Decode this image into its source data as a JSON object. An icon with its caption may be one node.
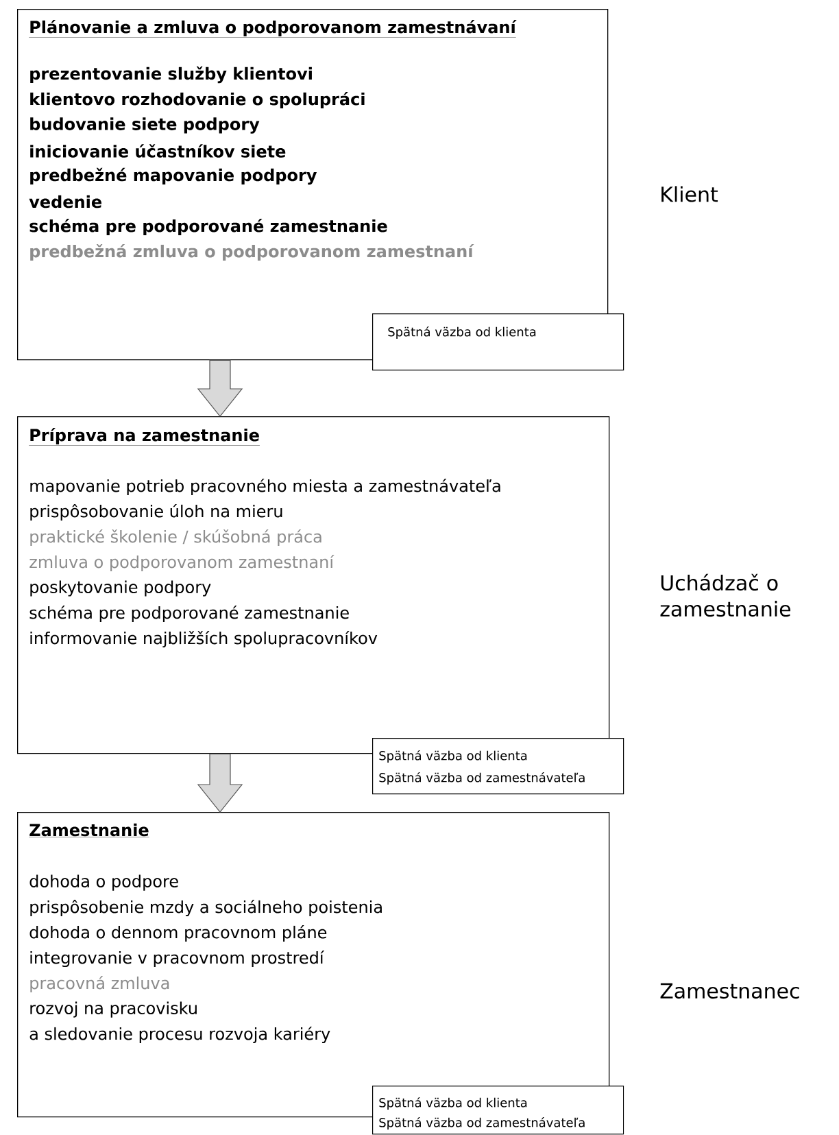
{
  "diagram": {
    "nodes": [
      {
        "text": [
          "Plánovanie a zmluva o podporovanom zamestnávaní",
          "prezentovanie služby klientovi",
          "klientovo rozhodovanie o spolupráci",
          "budovanie siete podpory",
          "iniciovanie účastníkov siete",
          "predbežné mapovanie podpory",
          "vedenie",
          "schéma pre podporované zamestnanie",
          "predbežná zmluva o podporovanom zamestnaní"
        ],
        "beside": [
          "Klient"
        ]
      },
      {
        "text": [
          "Spätná väzba od klienta"
        ]
      },
      {
        "text": [
          "Príprava na zamestnanie",
          "mapovanie potrieb pracovného miesta a zamestnávateľa",
          "prispôsobovanie úloh na mieru",
          "praktické školenie / skúšobná práca",
          "zmluva o podporovanom zamestnaní",
          "poskytovanie podpory",
          "schéma pre podporované zamestnanie",
          "informovanie najbližších spolupracovníkov"
        ],
        "beside": [
          "Uchádzač o zamestnanie"
        ]
      },
      {
        "text": [
          "Spätná väzba od klienta",
          "Spätná väzba od zamestnávateľa"
        ]
      },
      {
        "text": [
          "Zamestnanie",
          "dohoda o podpore",
          "prispôsobenie mzdy a sociálneho poistenia",
          "dohoda o dennom pracovnom pláne",
          "integrovanie v pracovnom prostredí",
          "pracovná zmluva",
          "rozvoj na pracovisku",
          "a sledovanie procesu rozvoja kariéry"
        ],
        "beside": [
          "Zamestnanec"
        ]
      },
      {
        "text": [
          "Spätná väzba od klienta",
          "Spätná väzba od zamestnávateľa"
        ]
      }
    ],
    "edges": [
      {
        "from": 0,
        "to": 2,
        "arrow": "to"
      },
      {
        "from": 2,
        "to": 4,
        "arrow": "to"
      }
    ]
  }
}
